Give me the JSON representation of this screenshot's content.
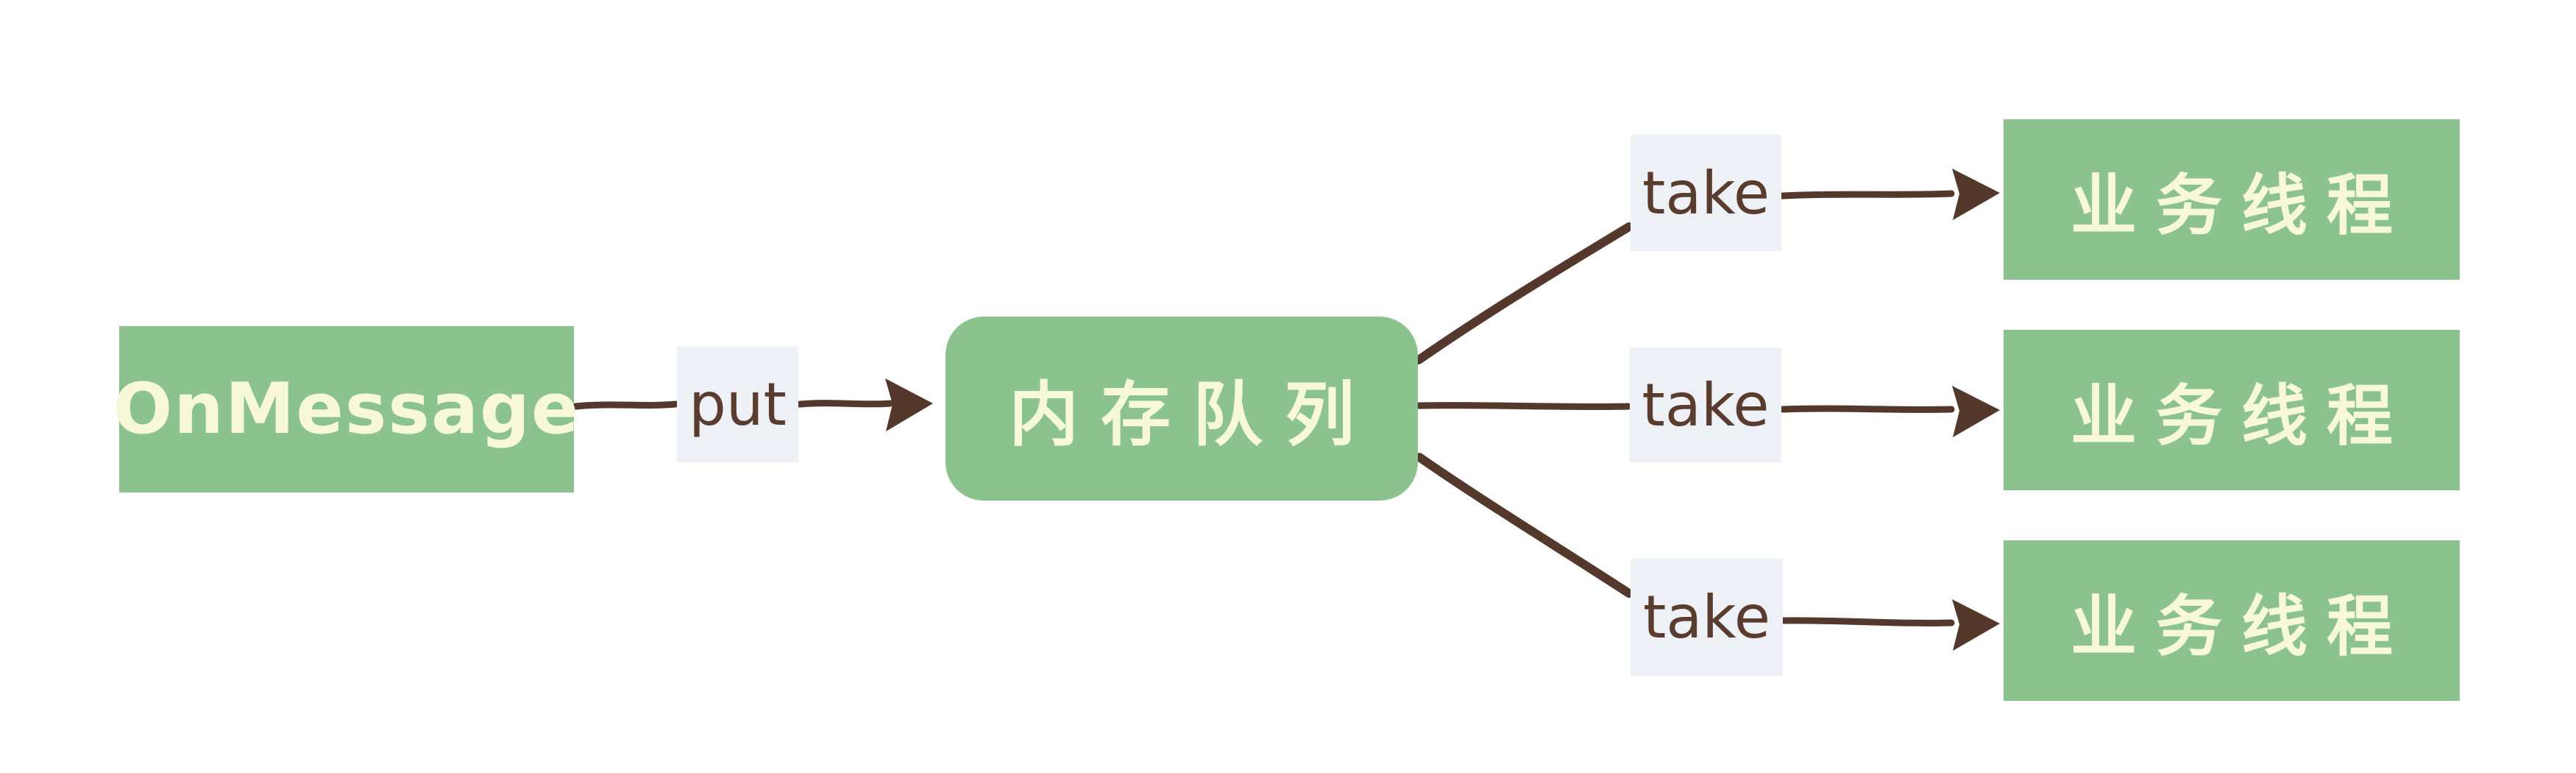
{
  "diagram": {
    "title_hint": "message queue fan-out diagram",
    "source": {
      "label": "OnMessage"
    },
    "queue": {
      "label": "内存队列"
    },
    "edges": {
      "put_label": "put",
      "take_labels": [
        "take",
        "take",
        "take"
      ]
    },
    "workers": [
      {
        "label": "业务线程"
      },
      {
        "label": "业务线程"
      },
      {
        "label": "业务线程"
      }
    ],
    "colors": {
      "node_fill": "#8bc28e",
      "node_text": "#f7f8d8",
      "edge_label_bg": "#edf0f4",
      "edge_label_text": "#5a3c2e",
      "arrow": "#54382b",
      "background": "#ffffff"
    }
  }
}
